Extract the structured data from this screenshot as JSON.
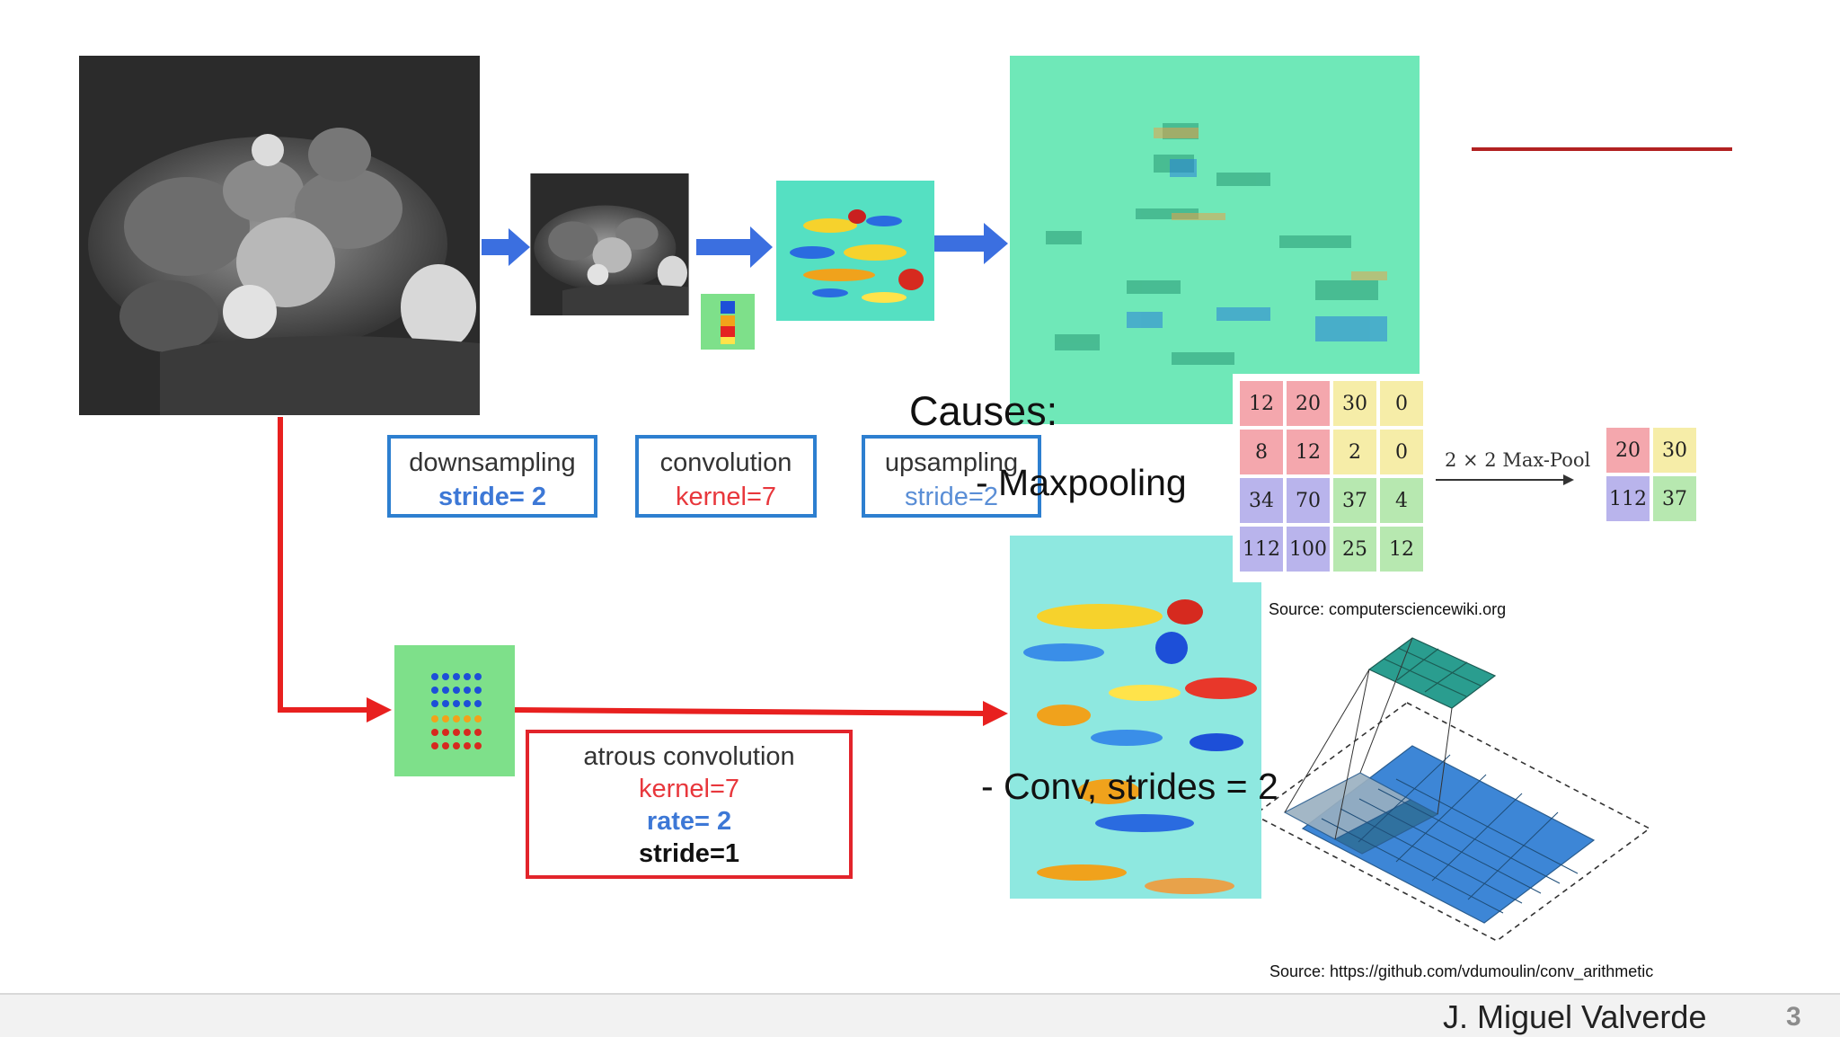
{
  "diagram": {
    "boxes": {
      "downsampling": {
        "line1": "downsampling",
        "line2": "stride= 2"
      },
      "convolution": {
        "line1": "convolution",
        "line2": "kernel=7"
      },
      "upsampling": {
        "line1": "upsampling",
        "line2": "stride=2"
      },
      "atrous": {
        "line1": "atrous convolution",
        "line2": "kernel=7",
        "line3": "rate= 2",
        "line4": "stride=1"
      }
    },
    "colors": {
      "arrow_blue": "#3b6fe0",
      "arrow_red": "#e8201f",
      "box_blue": "#2d7fd0",
      "box_red": "#e2242b"
    }
  },
  "slide": {
    "causes": "Causes:",
    "maxpooling": "- Maxpooling",
    "conv_strides": "- Conv, strides = 2",
    "accent_line_color": "#b22222"
  },
  "maxpool_figure": {
    "input": [
      [
        12,
        20,
        30,
        0
      ],
      [
        8,
        12,
        2,
        0
      ],
      [
        34,
        70,
        37,
        4
      ],
      [
        112,
        100,
        25,
        12
      ]
    ],
    "output": [
      [
        20,
        30
      ],
      [
        112,
        37
      ]
    ],
    "label": "2 × 2 Max-Pool",
    "source": "Source: computersciencewiki.org",
    "quadrant_colors": {
      "top_left": "#f4a7ad",
      "top_right": "#f6eda8",
      "bottom_left": "#b9b4ec",
      "bottom_right": "#b7e8b0"
    }
  },
  "conv_figure": {
    "source": "Source: https://github.com/vdumoulin/conv_arithmetic"
  },
  "footer": {
    "author": "J. Miguel Valverde",
    "page_number": "3"
  }
}
